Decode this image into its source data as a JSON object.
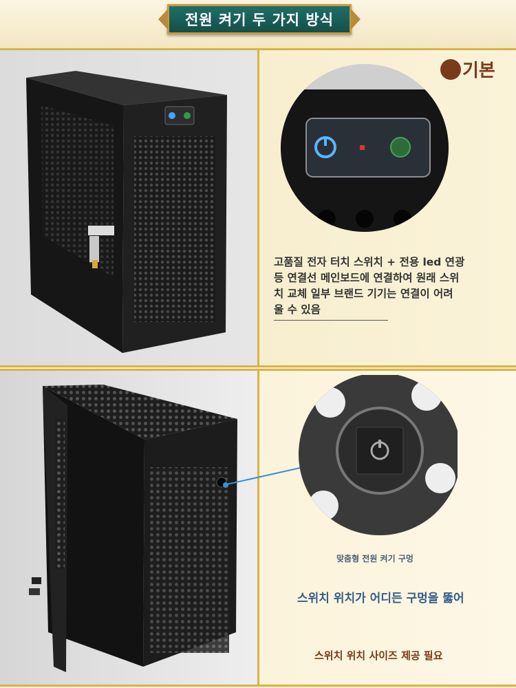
{
  "header": {
    "title": "전원 켜기 두 가지 방식"
  },
  "section_basic": {
    "badge": "기본",
    "caption_lines": [
      "고품질 전자 터치 스위치 + 전용 led 연광",
      "등 연결선 메인보드에 연결하여 원래 스위",
      "치 교체 일부 브랜드 기기는 연결이 어려",
      "울 수 있음"
    ]
  },
  "section_cutout": {
    "cutout_label": "맞춤형 전원 켜기 구멍",
    "blue_text": "스위치 위치가 어디든 구멍을 뚫어",
    "brown_text": "스위치 위치 사이즈 제공 필요"
  },
  "colors": {
    "gold": "#d9b347",
    "teal": "#1f6f68",
    "brown": "#7a3a1c",
    "blue": "#355d8a"
  }
}
